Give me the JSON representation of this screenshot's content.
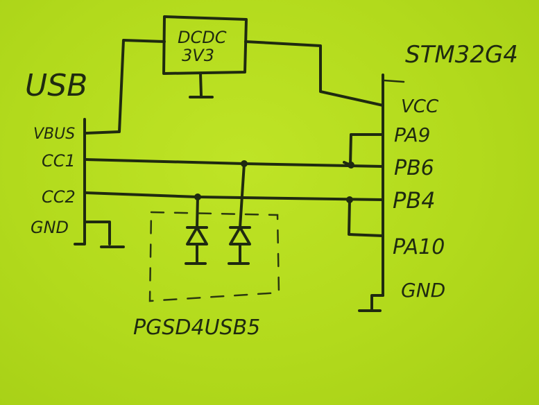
{
  "labels": {
    "usb_title": "USB",
    "usb_vbus": "VBUS",
    "usb_cc1": "CC1",
    "usb_cc2": "CC2",
    "usb_gnd": "GND",
    "dcdc_line1": "DCDC",
    "dcdc_line2": "3V3",
    "mcu_title": "STM32G4",
    "mcu_vcc": "VCC",
    "mcu_pa9": "PA9",
    "mcu_pb6": "PB6",
    "mcu_pb4": "PB4",
    "mcu_pa10": "PA10",
    "mcu_gnd": "GND",
    "tvs_part": "PGSD4USB5"
  },
  "colors": {
    "paper": "#b3dc1e",
    "ink": "#1f2a10"
  }
}
